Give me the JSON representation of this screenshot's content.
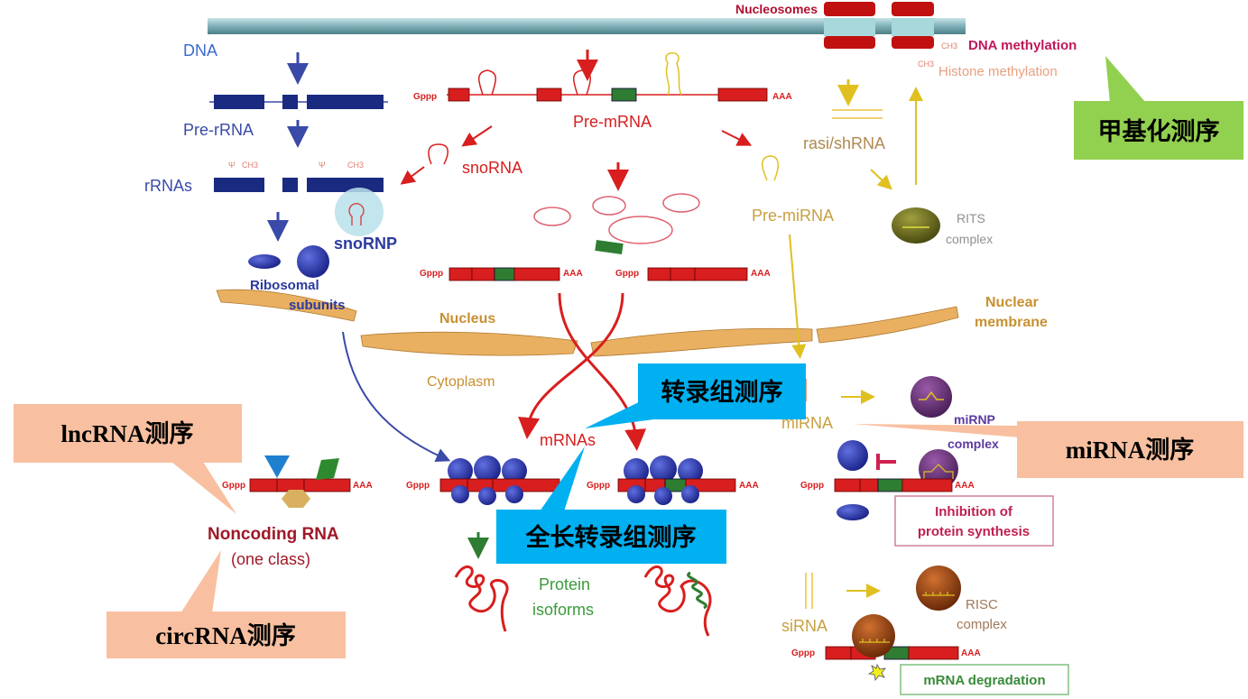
{
  "colors": {
    "dna_blue": "#3a4aa8",
    "rna_red": "#d81e1e",
    "exon_green": "#2e7d32",
    "membrane_tan": "#e8b060",
    "mirna_gold": "#c8a040",
    "callout_green": "#92d050",
    "callout_blue": "#00b0f0",
    "callout_salmon": "#f8c0a0"
  },
  "nucleus": {
    "nucleosomes": "Nucleosomes",
    "dna_methylation": "DNA methylation",
    "histone_methylation": "Histone methylation",
    "ch3": "CH3",
    "dna": "DNA",
    "pre_rrna": "Pre-rRNA",
    "rrnas": "rRNAs",
    "snorna": "snoRNA",
    "snornp": "snoRNP",
    "pre_mrna": "Pre-mRNA",
    "pre_mirna": "Pre-miRNA",
    "rasi_shrna": "rasi/shRNA",
    "rits": "RITS",
    "complex": "complex",
    "ribosomal": "Ribosomal",
    "subunits": "subunits",
    "nucleus_label": "Nucleus",
    "nuclear": "Nuclear",
    "membrane": "membrane",
    "gppp": "Gppp",
    "aaa": "AAA"
  },
  "cytoplasm": {
    "cytoplasm_label": "Cytoplasm",
    "mrnas": "mRNAs",
    "protein": "Protein",
    "isoforms": "isoforms",
    "noncoding_rna": "Noncoding RNA",
    "one_class": "(one class)",
    "mirna": "miRNA",
    "mirnp": "miRNP",
    "complex": "complex",
    "inhibition_line1": "Inhibition of",
    "inhibition_line2": "protein synthesis",
    "sirna": "siRNA",
    "risc": "RISC",
    "mrna_degradation": "mRNA degradation"
  },
  "callouts": {
    "methylation_seq": "甲基化测序",
    "transcriptome_seq": "转录组测序",
    "full_length_seq": "全长转录组测序",
    "mirna_seq": "miRNA测序",
    "lncrna_seq": "lncRNA测序",
    "circrna_seq": "circRNA测序"
  }
}
